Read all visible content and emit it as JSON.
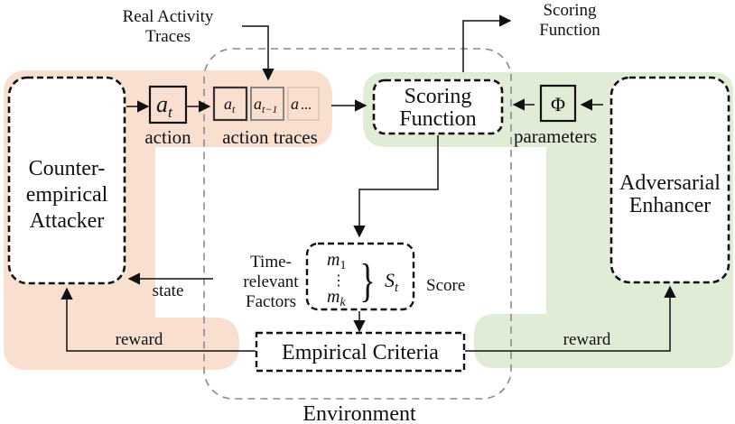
{
  "diagram": {
    "colors": {
      "attacker_region": "#f9dfd0",
      "enhancer_region": "#e1ecd6",
      "stroke": "#111111",
      "environment_border": "#8a8a8a"
    },
    "attacker": {
      "line1": "Counter-",
      "line2": "empirical",
      "line3": "Attacker"
    },
    "enhancer": {
      "line1": "Adversarial",
      "line2": "Enhancer"
    },
    "action": {
      "symbol": "a",
      "subscript": "t",
      "label": "action"
    },
    "action_traces": {
      "items": [
        {
          "symbol": "a",
          "subscript": "t"
        },
        {
          "symbol": "a",
          "subscript": "t−1"
        },
        {
          "symbol": "a",
          "subscript": "..."
        }
      ],
      "label": "action traces"
    },
    "real_activity_traces": {
      "line1": "Real Activity",
      "line2": "Traces"
    },
    "scoring_function_box": {
      "line1": "Scoring",
      "line2": "Function"
    },
    "scoring_function_output": {
      "line1": "Scoring",
      "line2": "Function"
    },
    "parameters": {
      "symbol": "Φ",
      "label": "parameters"
    },
    "factors": {
      "first": {
        "symbol": "m",
        "subscript": "1"
      },
      "dots": "⋮",
      "last": {
        "symbol": "m",
        "subscript": "k"
      },
      "brace": "}",
      "score_symbol": "S",
      "score_subscript": "t",
      "label_line1": "Time-",
      "label_line2": "relevant",
      "label_line3": "Factors",
      "score_label": "Score"
    },
    "state_label": "state",
    "empirical_criteria": "Empirical Criteria",
    "reward_left": "reward",
    "reward_right": "reward",
    "environment_label": "Environment"
  }
}
